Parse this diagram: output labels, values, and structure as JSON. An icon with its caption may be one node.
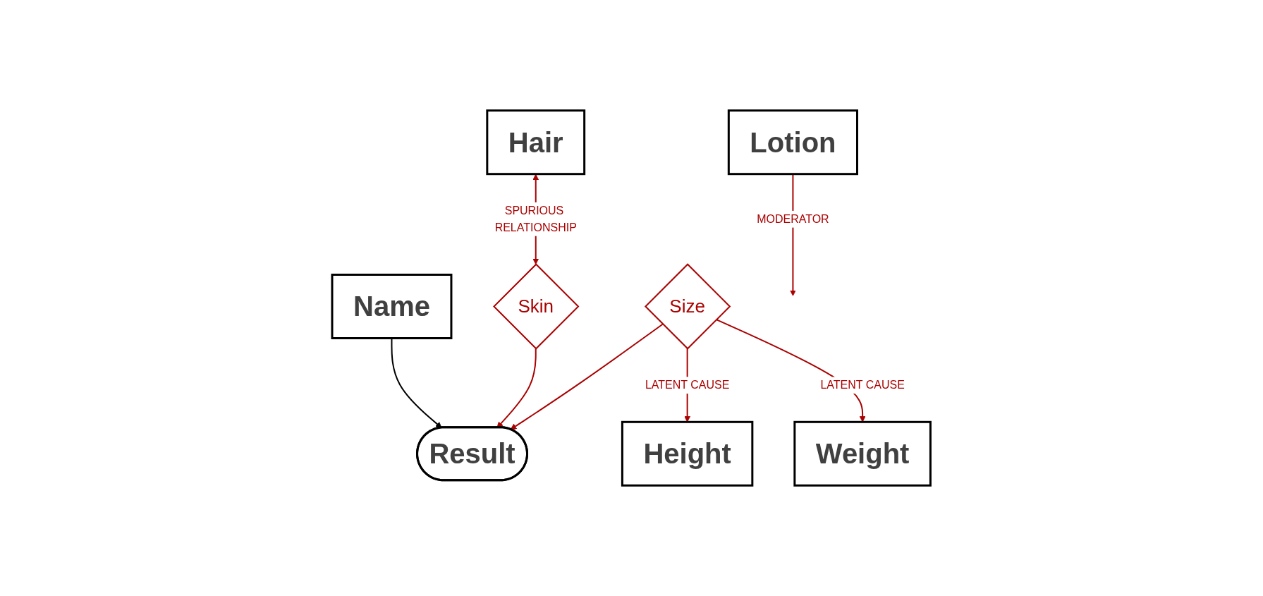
{
  "diagram": {
    "nodes": [
      {
        "text": [
          "Hair"
        ]
      },
      {
        "text": [
          "Name"
        ]
      },
      {
        "text": [
          "Height"
        ]
      },
      {
        "text": [
          "Skin"
        ]
      },
      {
        "text": [
          "Result"
        ]
      },
      {
        "text": [
          "Size"
        ]
      },
      {
        "text": [
          "Lotion"
        ]
      },
      {
        "text": [
          "Weight"
        ]
      }
    ],
    "edges": [
      {
        "from": 0,
        "to": 3,
        "arrow": "both",
        "label": "SPURIOUS RELATIONSHIP"
      },
      {
        "from": 1,
        "to": 4,
        "arrow": "to",
        "color": "#000000"
      },
      {
        "from": 3,
        "to": 4,
        "arrow": "to"
      },
      {
        "from": 5,
        "to": 4,
        "arrow": "to"
      },
      {
        "from": 5,
        "to": 2,
        "arrow": "to",
        "label": "LATENT CAUSE"
      },
      {
        "from": 5,
        "to": 7,
        "arrow": "to",
        "label": "LATENT CAUSE"
      },
      {
        "from": 6,
        "to": null,
        "arrow": "to",
        "label": "MODERATOR"
      }
    ]
  }
}
